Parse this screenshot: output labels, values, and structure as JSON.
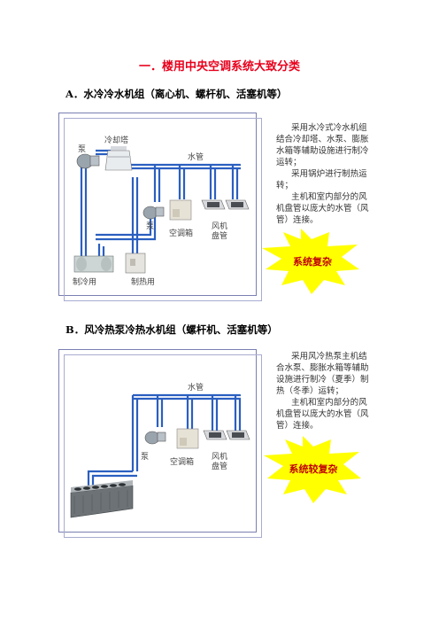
{
  "title": "一．楼用中央空调系统大致分类",
  "sections": [
    {
      "heading": "A．水冷冷水机组（离心机、螺杆机、活塞机等）",
      "description": [
        "采用水冷式冷水机组结合冷却塔、水泵、膨胀水箱等辅助设施进行制冷运转；",
        "采用锅炉进行制热运转；",
        "主机和室内部分的风机盘管以庞大的水管（风管）连接。"
      ],
      "labels": {
        "pump_top": "泵",
        "cooling_tower": "冷却塔",
        "water_pipe": "水管",
        "pump_mid": "泵",
        "ahu": "空调箱",
        "fcu": "风机\n盘管",
        "cooling": "制冷用",
        "heating": "制热用"
      },
      "badge": "系统复杂"
    },
    {
      "heading": "B．风冷热泵冷热水机组（螺杆机、活塞机等）",
      "description": [
        "采用风冷热泵主机结合水泵、膨胀水箱等辅助设施进行制冷（夏季）制热（冬季）运转；",
        "主机和室内部分的风机盘管以庞大的水管（风管）连接。"
      ],
      "labels": {
        "water_pipe": "水管",
        "pump": "泵",
        "ahu": "空调箱",
        "fcu": "风机\n盘管"
      },
      "badge": "系统较复杂"
    }
  ],
  "colors": {
    "title": "#e8001c",
    "pipe": "#2b5fc0",
    "badge_fill": "#ffff00",
    "badge_text": "#c00000"
  }
}
